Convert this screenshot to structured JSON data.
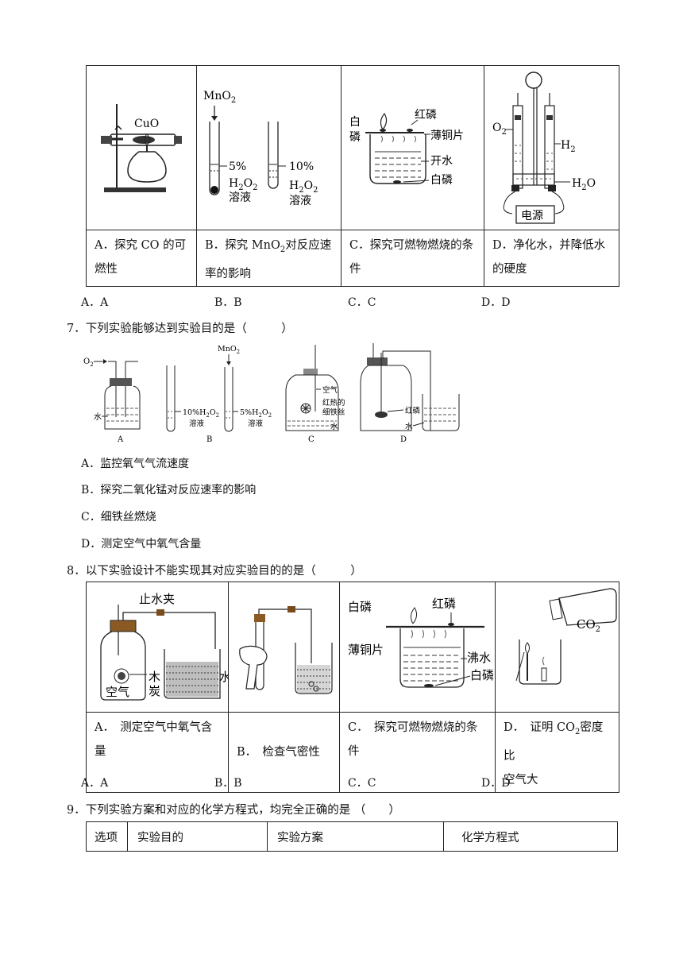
{
  "q6": {
    "labels": {
      "a_cuo": "CuO",
      "b_mno2": "MnO",
      "b_sub2": "2",
      "b_pct1": "5%",
      "b_h2o2_1": "H",
      "b_sol1": "溶液",
      "b_pct2": "10%",
      "b_sol2": "溶液",
      "c_white_p_1": "白",
      "c_white_p_2": "磷",
      "c_red_p": "红磷",
      "c_copper": "薄铜片",
      "c_water": "开水",
      "c_white_p_bottom": "白磷",
      "d_o2": "O",
      "d_h2": "H",
      "d_h2o": "H",
      "d_power": "电源"
    },
    "captions": [
      [
        "A．探究 CO 的可",
        "燃性"
      ],
      [
        "B．探究 MnO",
        "2",
        "对反应速",
        "率的影响"
      ],
      [
        "C．探究可燃物燃烧的条",
        "件"
      ],
      [
        "D．净化水，并降低水",
        "的硬度"
      ]
    ],
    "options": [
      "A．A",
      "B．B",
      "C．C",
      "D．D"
    ]
  },
  "q7": {
    "stem": "7．下列实验能够达到实验目的是（　　　）",
    "labels": {
      "o2": "O",
      "mno2": "MnO",
      "water": "水",
      "a": "A",
      "b": "B",
      "c": "C",
      "d": "D",
      "pct10": "10%H",
      "pct5": "5%H",
      "sol": "溶液",
      "sol2": "溶液",
      "air": "空气",
      "hot_wire_1": "红热的",
      "hot_wire_2": "细铁丝",
      "water_c": "水",
      "red_p": "红磷",
      "water_d": "水"
    },
    "options": [
      "A．监控氧气气流速度",
      "B．探究二氧化锰对反应速率的影响",
      "C．细铁丝燃烧",
      "D．测定空气中氧气含量"
    ]
  },
  "q8": {
    "stem": "8．以下实验设计不能实现其对应实验目的的是（　　　）",
    "labels": {
      "clamp": "止水夹",
      "charcoal_1": "木",
      "charcoal_2": "炭",
      "air": "空气",
      "water": "水",
      "white_p": "白磷",
      "red_p": "红磷",
      "copper": "薄铜片",
      "boiling": "沸水",
      "white_p2": "白磷",
      "co2": "CO"
    },
    "captions": [
      [
        "A．　测定空气中氧气含",
        "量"
      ],
      [
        "B．　检查气密性"
      ],
      [
        "C．　探究可燃物燃烧的条",
        "件"
      ],
      [
        "D．　证明 CO",
        "2",
        "密度比",
        "空气大"
      ]
    ],
    "options": [
      "A．A",
      "B．B",
      "C．C",
      "D．D"
    ]
  },
  "q9": {
    "stem": "9．下列实验方案和对应的化学方程式，均完全正确的是 （　　）",
    "headers": [
      "选项",
      "实验目的",
      "实验方案",
      "化学方程式"
    ]
  }
}
